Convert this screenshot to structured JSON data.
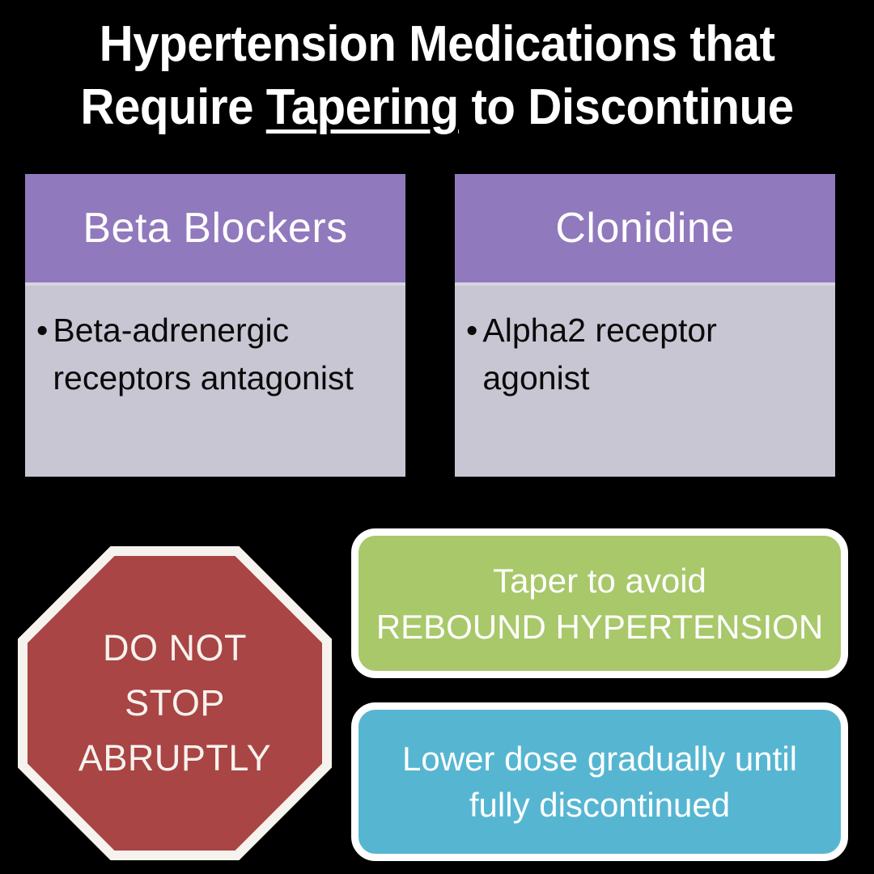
{
  "title": {
    "line1": "Hypertension Medications that",
    "line2_before": "Require ",
    "line2_underlined": "Tapering",
    "line2_after": " to Discontinue"
  },
  "cards": [
    {
      "name": "beta-blockers",
      "header": "Beta Blockers",
      "bullet_marker": "•",
      "bullet": "Beta-adrenergic receptors antagonist",
      "header_color": "#9179bd",
      "body_color": "#c7c6d2"
    },
    {
      "name": "clonidine",
      "header": "Clonidine",
      "bullet_marker": "•",
      "bullet": "Alpha2 receptor agonist",
      "header_color": "#9179bd",
      "body_color": "#c7c6d2"
    }
  ],
  "stop_sign": {
    "line1": "DO NOT",
    "line2": "STOP",
    "line3": "ABRUPTLY",
    "fill_color": "#a94544",
    "border_color": "#f6f2ee"
  },
  "callouts": [
    {
      "name": "taper-rebound",
      "line1": "Taper to avoid",
      "line2": "REBOUND HYPERTENSION",
      "color": "#a8c86a"
    },
    {
      "name": "lower-dose",
      "line1": "Lower dose gradually until",
      "line2": "fully discontinued",
      "color": "#56b6d2"
    }
  ],
  "background_color": "#000000"
}
